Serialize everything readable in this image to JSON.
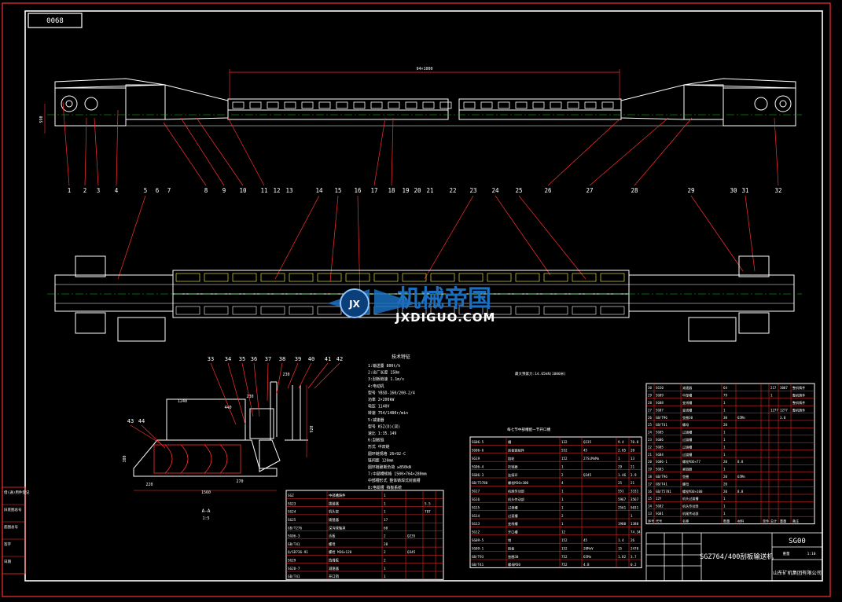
{
  "drawing": {
    "sheet_no": "0068",
    "overall_dimension": "94×1000",
    "height_dimension": "590",
    "callouts": [
      "1",
      "2",
      "3",
      "4",
      "5",
      "6",
      "7",
      "8",
      "9",
      "10",
      "11",
      "12",
      "13",
      "14",
      "15",
      "16",
      "17",
      "18",
      "19",
      "20",
      "21",
      "22",
      "23",
      "24",
      "25",
      "26",
      "27",
      "28",
      "29",
      "30",
      "31",
      "32",
      "33",
      "34",
      "35",
      "36",
      "37",
      "38",
      "39",
      "40",
      "41",
      "42",
      "43",
      "44"
    ],
    "section_label": "A-A",
    "section_scale": "1:5",
    "section_dims": [
      "1560",
      "270",
      "440",
      "230",
      "230",
      "1240",
      "380",
      "220",
      "920"
    ],
    "max_load_note": "最大预紧力:14.65kN(1000米)"
  },
  "specs": {
    "title": "技术特征",
    "lines": [
      "1:输送量      800t/h",
      "2:出厂长度    150m",
      "3:刮板链速    1.1m/s",
      "4:电动机",
      "  型号       YBSD-160/200-2/4",
      "  功率       2×200kW",
      "  电压       1140V",
      "  转速       754/1480r/min",
      "5:减速器",
      "  型号       KSZ(D)(双)",
      "  速比       1:35.149",
      "6:刮板链",
      "  形式       中双链",
      "  圆环链规格   26×92-C",
      "  链间距     120mm",
      "  圆环链破断负荷 ≥850kN",
      "7:中部槽规格   1500×764×280mm",
      "  中部槽形式   整体铸焊式封底槽",
      "8:电缆槽     挡板系统"
    ]
  },
  "table_left": {
    "rows": [
      [
        "SGZ",
        "中部槽铸件",
        "1",
        "",
        "",
        ""
      ],
      [
        "SG23",
        "拨链器",
        "1",
        "",
        "5.5",
        ""
      ],
      [
        "SG24",
        "机头架",
        "1",
        "",
        "707",
        ""
      ],
      [
        "SG25",
        "拨链器",
        "17",
        "",
        "",
        ""
      ],
      [
        "GB/T276",
        "深沟球轴承",
        "60",
        "",
        "",
        ""
      ],
      [
        "SG06-3",
        "舌板",
        "2",
        "Q235",
        "",
        ""
      ],
      [
        "GB/T41",
        "螺母",
        "20",
        "",
        "",
        ""
      ],
      [
        "Q/SD736-91",
        "螺栓 M36×120",
        "2",
        "Q345",
        "",
        ""
      ],
      [
        "SG29",
        "挡煤板",
        "2",
        "",
        "",
        ""
      ],
      [
        "SG28-7",
        "减速器",
        "1",
        "",
        "",
        ""
      ],
      [
        "GB/T41",
        "开口销",
        "1",
        "",
        "",
        ""
      ]
    ]
  },
  "table_mid": {
    "title": "每七节中部槽配一节开口槽",
    "rows": [
      [
        "SG06-5",
        "槽",
        "132",
        "Q235",
        "9.4",
        "70.8"
      ],
      [
        "SG06-6",
        "刮板链组件",
        "552",
        "45",
        "2.85",
        "20"
      ],
      [
        "SG19",
        "链轮",
        "152",
        "27SiMnMo",
        "1",
        "13"
      ],
      [
        "SG06-4",
        "托链器",
        "1",
        "",
        "29",
        "21"
      ],
      [
        "SG06-3",
        "连接环",
        "2",
        "Q345",
        "1.46",
        "3.9"
      ],
      [
        "GB/T5780",
        "螺栓M30×300",
        "4",
        "",
        "25",
        "21"
      ],
      [
        "SG17",
        "机尾传动部",
        "1",
        "",
        "551",
        "3331"
      ],
      [
        "SG16",
        "机头传动部",
        "1",
        "",
        "5967",
        "3567"
      ],
      [
        "SG15",
        "过渡槽",
        "1",
        "",
        "2561",
        "5031"
      ],
      [
        "SG14",
        "过渡槽",
        "2",
        "",
        "",
        "1"
      ],
      [
        "SG13",
        "变线槽",
        "1",
        "",
        "1980",
        "1380"
      ],
      [
        "SG12",
        "开口槽",
        "12",
        "",
        "",
        "74.34"
      ],
      [
        "SG09-5",
        "销",
        "152",
        "45",
        "1.4",
        "26"
      ],
      [
        "SG09-1",
        "链板",
        "152",
        "20MnV",
        "15",
        "2470"
      ],
      [
        "GB/T93",
        "垫圈30",
        "752",
        "65Mn",
        "1.82",
        "3.7"
      ],
      [
        "GB/T41",
        "螺母M30",
        "752",
        "4.8",
        "",
        "0.2"
      ]
    ]
  },
  "table_right": {
    "rows": [
      [
        "30",
        "SG10",
        "减速器",
        "64",
        "",
        "",
        "217",
        "3007",
        "整机铸件"
      ],
      [
        "29",
        "SG09",
        "中部槽",
        "79",
        "",
        "",
        "1",
        "",
        "整机铸件"
      ],
      [
        "28",
        "SG08",
        "变线槽",
        "1",
        "",
        "",
        "",
        "",
        "整机铸件"
      ],
      [
        "27",
        "SG07",
        "变线槽",
        "1",
        "",
        "",
        "1277",
        "1277",
        "整机铸件"
      ],
      [
        "26",
        "GB/T96",
        "垫圈30",
        "30",
        "65Mn",
        "",
        "",
        "3.0",
        ""
      ],
      [
        "25",
        "GB/T41",
        "螺母",
        "20",
        "",
        "",
        "",
        "",
        ""
      ],
      [
        "24",
        "SG05",
        "过渡槽",
        "1",
        "",
        "",
        "",
        "",
        ""
      ],
      [
        "23",
        "SG06",
        "过渡槽",
        "1",
        "",
        "",
        "",
        "",
        ""
      ],
      [
        "22",
        "SG05",
        "过渡槽",
        "1",
        "",
        "",
        "",
        "",
        ""
      ],
      [
        "21",
        "SG04",
        "过渡槽",
        "1",
        "",
        "",
        "",
        "",
        ""
      ],
      [
        "20",
        "SG06-1",
        "螺栓M36×77",
        "20",
        "8.8",
        "",
        "",
        "",
        ""
      ],
      [
        "19",
        "SG03",
        "紧链器",
        "1",
        "",
        "",
        "",
        "",
        ""
      ],
      [
        "18",
        "GB/T96",
        "垫圈",
        "20",
        "65Mn",
        "",
        "",
        "",
        ""
      ],
      [
        "17",
        "GB/T41",
        "螺母",
        "20",
        "",
        "",
        "",
        "",
        ""
      ],
      [
        "16",
        "GB/T5781",
        "螺栓M30×100",
        "20",
        "8.8",
        "",
        "",
        "",
        ""
      ],
      [
        "15",
        "12Y",
        "机头过渡槽",
        "1",
        "",
        "",
        "",
        "",
        ""
      ],
      [
        "14",
        "SG02",
        "机头传动部",
        "1",
        "",
        "",
        "",
        "",
        ""
      ],
      [
        "13",
        "SG01",
        "机尾传动部",
        "1",
        "",
        "",
        "",
        "",
        ""
      ]
    ],
    "header": [
      "序号",
      "代号",
      "名称",
      "数量",
      "材料",
      "单件",
      "总计",
      "重量",
      "备注"
    ]
  },
  "title_block": {
    "drawing_title": "SGZ764/400刮板输送机",
    "drawing_no": "SG00",
    "company": "山东矿机集团有限公司",
    "scale": "1:10",
    "weight_label": "重量"
  },
  "left_strip": [
    "借(通)用件登记",
    "旧底图总号",
    "底图总号",
    "签字",
    "日期"
  ],
  "watermark": {
    "brand_cn": "机械帝国",
    "brand_en": "JXDIGUO.COM",
    "emblem": "JX"
  },
  "colors": {
    "background": "#000000",
    "lines": "#ffffff",
    "frame": "#ff3030",
    "dim": "#ff3030",
    "leader": "#ff3030",
    "center": "#00d000",
    "yellow": "#ffff40",
    "watermark_blue": "#1a6fc0"
  }
}
